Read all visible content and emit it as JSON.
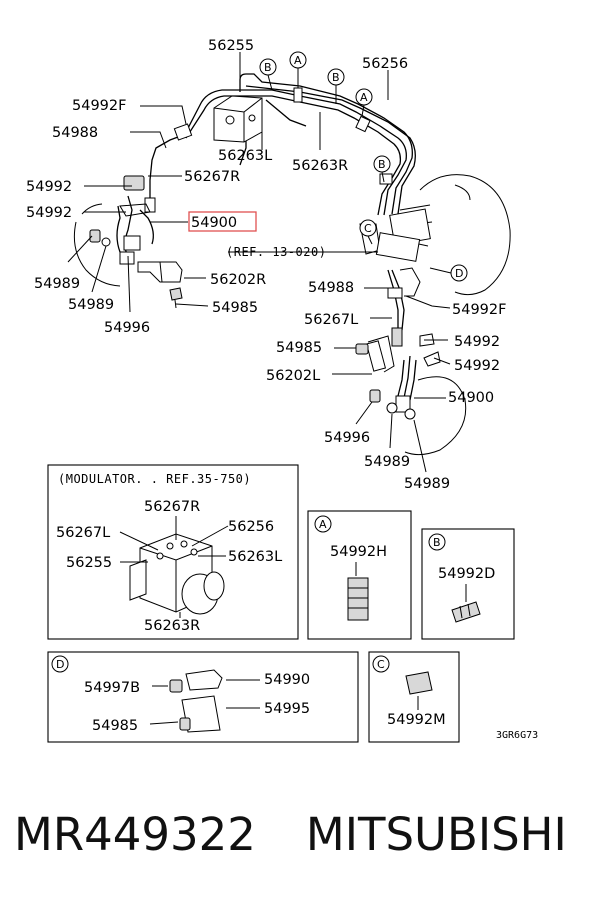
{
  "diagram": {
    "labels": {
      "l56255": "56255",
      "l56256": "56256",
      "l54992F_top": "54992F",
      "l54988_top": "54988",
      "l56263L": "56263L",
      "l56263R": "56263R",
      "l54992_a": "54992",
      "l56267R": "56267R",
      "l54992_b": "54992",
      "l54900_hl": "54900",
      "ref_13": "(REF. 13-020)",
      "l54989_a": "54989",
      "l54989_b": "54989",
      "l54996_a": "54996",
      "l56202R": "56202R",
      "l54985_a": "54985",
      "l54988_r": "54988",
      "l54992F_r": "54992F",
      "l56267L": "56267L",
      "l54992_r1": "54992",
      "l54985_r": "54985",
      "l54992_r2": "54992",
      "l56202L": "56202L",
      "l54900_r": "54900",
      "l54996_r": "54996",
      "l54989_r1": "54989",
      "l54989_r2": "54989"
    },
    "callouts": {
      "A": "A",
      "B": "B",
      "C": "C",
      "D": "D"
    },
    "modulator_box": {
      "title": "(MODULATOR. . REF.35-750)",
      "l56267R": "56267R",
      "l56267L": "56267L",
      "l56256": "56256",
      "l56255": "56255",
      "l56263L": "56263L",
      "l56263R": "56263R"
    },
    "box_a": {
      "tag": "A",
      "part": "54992H"
    },
    "box_b": {
      "tag": "B",
      "part": "54992D"
    },
    "box_d": {
      "tag": "D",
      "p1": "54997B",
      "p2": "54990",
      "p3": "54995",
      "p4": "54985"
    },
    "box_c": {
      "tag": "C",
      "part": "54992M"
    },
    "drawing_code": "3GR6G73",
    "highlight_color": "#e05050"
  },
  "caption": {
    "part_number": "MR449322",
    "brand": "MITSUBISHI"
  }
}
